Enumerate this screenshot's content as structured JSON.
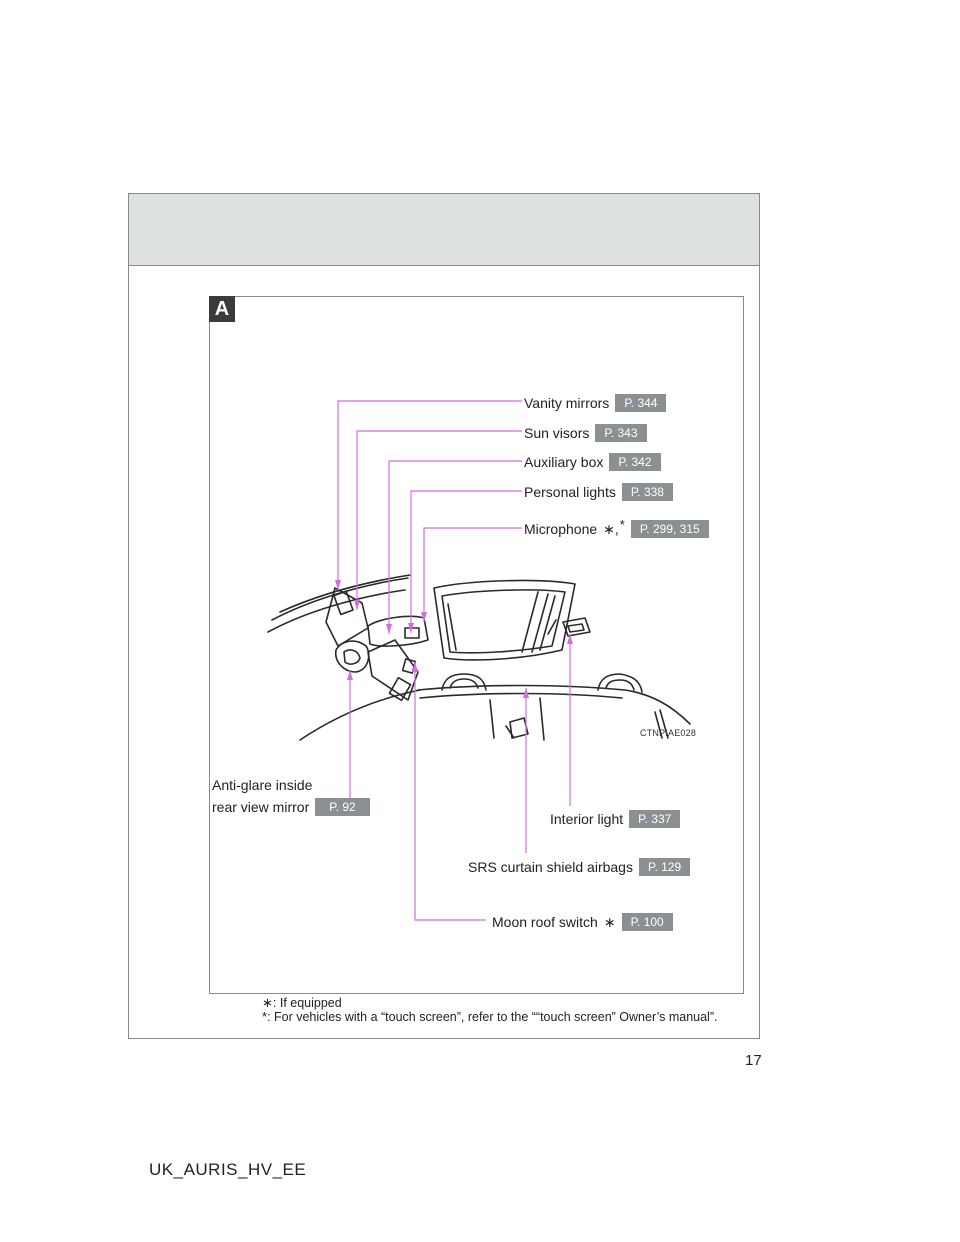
{
  "section_badge": "A",
  "callouts": {
    "vanity_mirrors": {
      "label": "Vanity mirrors",
      "page": "P. 344"
    },
    "sun_visors": {
      "label": "Sun visors",
      "page": "P. 343"
    },
    "auxiliary_box": {
      "label": "Auxiliary box",
      "page": "P. 342"
    },
    "personal_lights": {
      "label": "Personal lights",
      "page": "P. 338"
    },
    "microphone": {
      "label": "Microphone",
      "marks": "∗,",
      "sup": "*",
      "page": "P. 299, 315"
    },
    "anti_glare_mirror": {
      "line1": "Anti-glare inside",
      "line2": "rear view mirror",
      "page": "P. 92"
    },
    "interior_light": {
      "label": "Interior light",
      "page": "P. 337"
    },
    "srs_airbags": {
      "label": "SRS curtain shield airbags",
      "page": "P. 129"
    },
    "moon_roof_switch": {
      "label": "Moon roof switch",
      "marks": "∗",
      "page": "P. 100"
    }
  },
  "illustration_code": "CTNPIAE028",
  "footnotes": {
    "if_equipped": ": If equipped",
    "touch_screen": ": For vehicles with a “touch screen”, refer to the ““touch screen” Owner’s manual”."
  },
  "page_number": "17",
  "document_id": "UK_AURIS_HV_EE",
  "colors": {
    "leader_line": "#d36ee0",
    "page_badge": "#8b9093",
    "header_band": "#dde1e0"
  }
}
